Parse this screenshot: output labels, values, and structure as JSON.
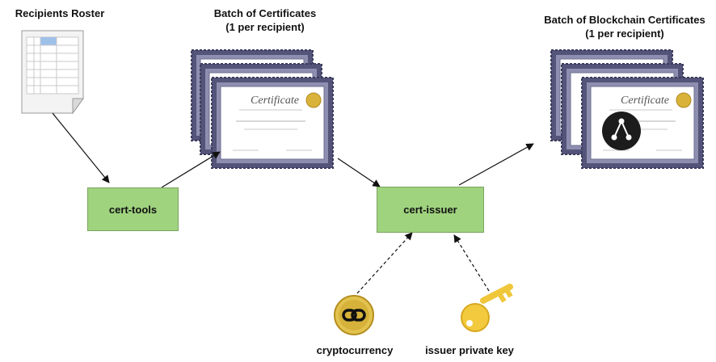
{
  "labels": {
    "roster": "Recipients Roster",
    "batch_line1": "Batch of Certificates",
    "batch_line2": "(1 per recipient)",
    "blockchain_line1": "Batch of Blockchain Certificates",
    "blockchain_line2": "(1 per recipient)",
    "crypto": "cryptocurrency",
    "key": "issuer private key"
  },
  "boxes": {
    "cert_tools": "cert-tools",
    "cert_issuer": "cert-issuer"
  },
  "certificate": {
    "title": "Certificate"
  },
  "colors": {
    "box_fill": "#9fd37e",
    "frame": "#4a4a6e",
    "seal": "#d9b23a",
    "badge": "#1c1c1c"
  },
  "icons": {
    "roster": "spreadsheet-icon",
    "crypto": "chain-link-coin-icon",
    "key": "golden-key-icon",
    "badge": "blockchain-badge-icon"
  }
}
